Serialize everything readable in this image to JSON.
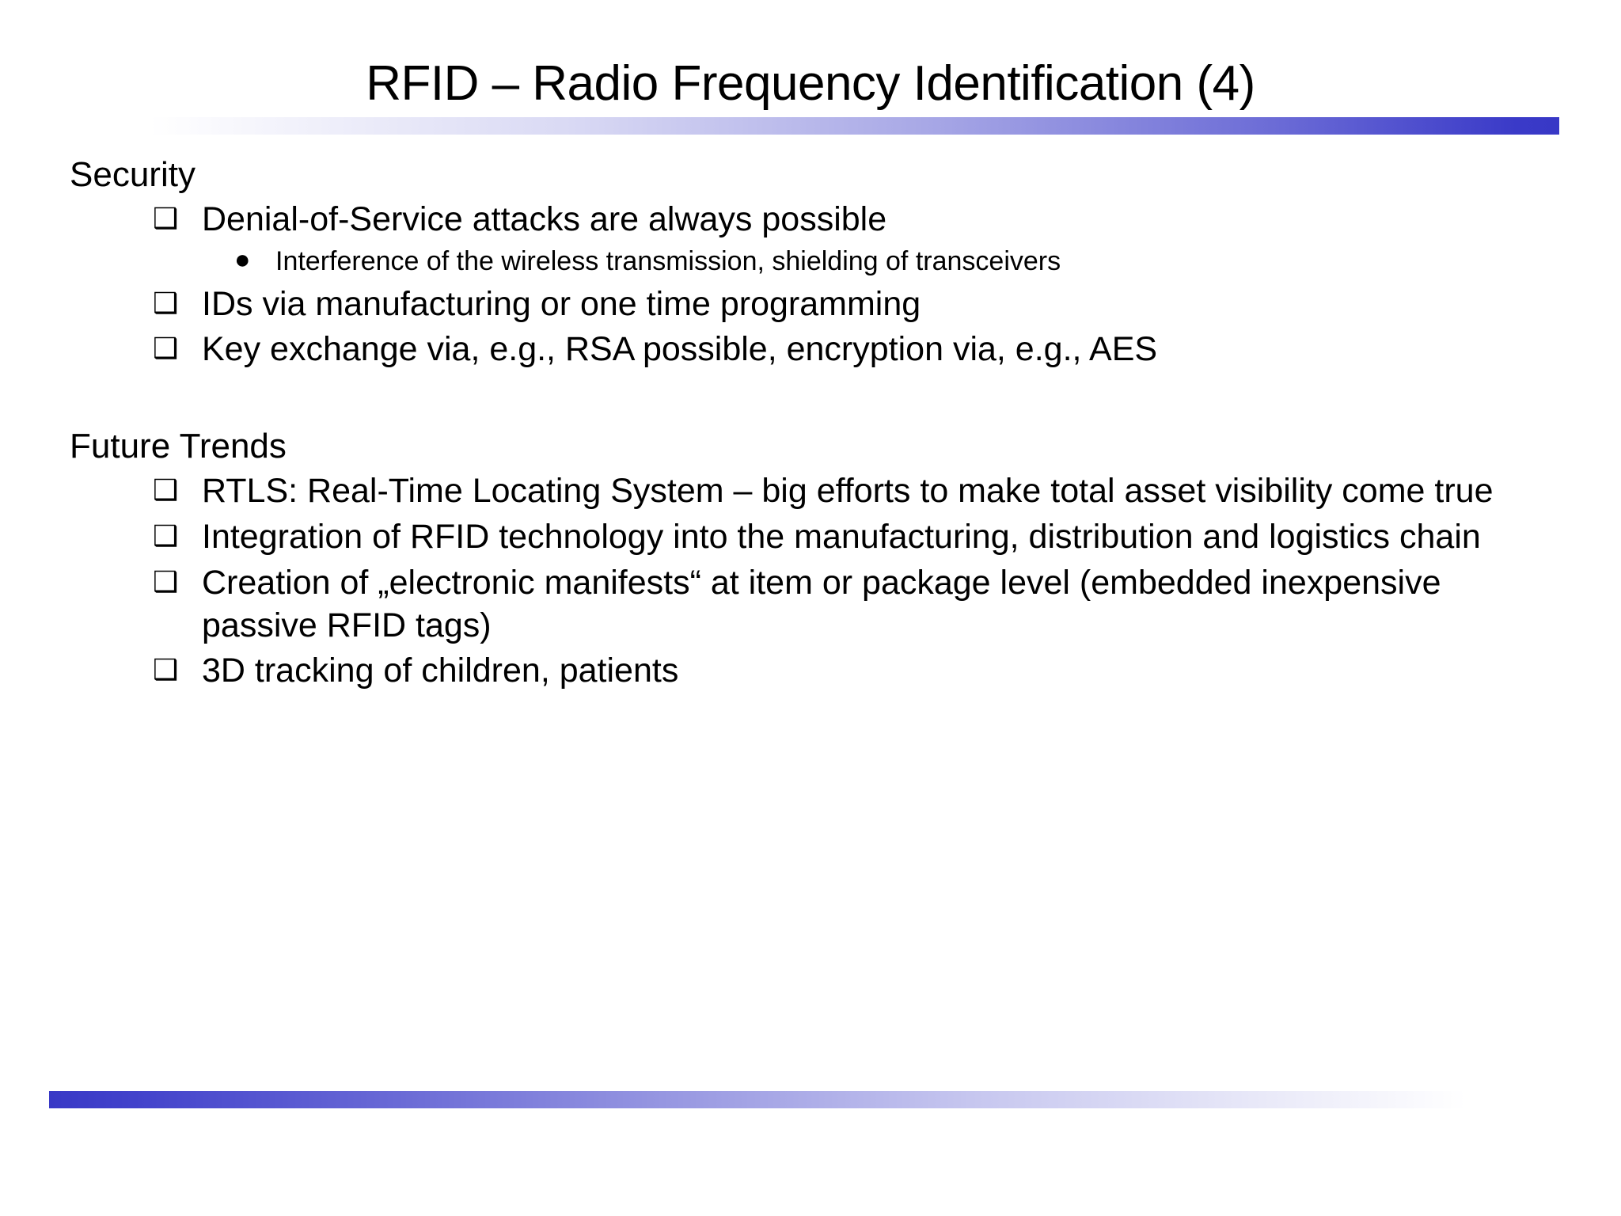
{
  "slide": {
    "title": "RFID – Radio Frequency Identification (4)",
    "accent_color": "#3838c6",
    "background_color": "#ffffff",
    "text_color": "#000000",
    "bullet_glyph_level1": "❑",
    "bullet_glyph_level2": "●",
    "sections": [
      {
        "heading": "Security",
        "items": [
          {
            "level": 1,
            "text": "Denial-of-Service attacks are always possible"
          },
          {
            "level": 2,
            "text": "Interference of the wireless transmission, shielding of transceivers"
          },
          {
            "level": 1,
            "text": "IDs via manufacturing or one time programming"
          },
          {
            "level": 1,
            "text": "Key exchange via, e.g., RSA possible, encryption via, e.g., AES"
          }
        ]
      },
      {
        "heading": "Future Trends",
        "items": [
          {
            "level": 1,
            "text": "RTLS: Real-Time Locating System – big efforts to make total asset visibility come true"
          },
          {
            "level": 1,
            "text": "Integration of RFID technology into the manufacturing, distribution and logistics chain"
          },
          {
            "level": 1,
            "text": "Creation of „electronic manifests“ at item or package level (embedded inexpensive passive RFID tags)"
          },
          {
            "level": 1,
            "text": "3D tracking of children, patients"
          }
        ]
      }
    ]
  }
}
